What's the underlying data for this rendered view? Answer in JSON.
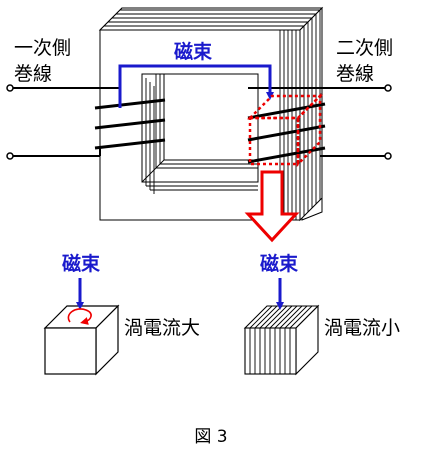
{
  "labels": {
    "primary_line1": "一次側",
    "primary_line2": "巻線",
    "secondary_line1": "二次側",
    "secondary_line2": "巻線",
    "flux_top": "磁束",
    "flux_left": "磁束",
    "flux_right": "磁束",
    "eddy_large": "渦電流大",
    "eddy_small": "渦電流小",
    "figure_caption": "図 3"
  },
  "colors": {
    "flux": "#1a1acc",
    "eddy_arrow": "#ee0000",
    "line": "#000000",
    "background": "#ffffff"
  }
}
